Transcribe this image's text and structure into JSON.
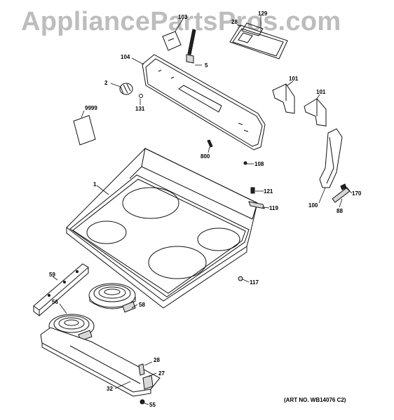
{
  "watermark": "AppliancePartsPros.com",
  "art_number": "(ART NO. WB14076 C2)",
  "callouts": {
    "c1": "1",
    "c2": "2",
    "c5": "5",
    "c27": "27",
    "c28": "28",
    "c28b": "28",
    "c32": "32",
    "c55": "55",
    "c56": "56",
    "c58": "58",
    "c59": "59",
    "c88": "88",
    "c100": "100",
    "c101a": "101",
    "c101b": "101",
    "c103": "103",
    "c104": "104",
    "c108": "108",
    "c117": "117",
    "c119": "119",
    "c121": "121",
    "c129": "129",
    "c131": "131",
    "c170": "170",
    "c800": "800",
    "c9999": "9999"
  }
}
